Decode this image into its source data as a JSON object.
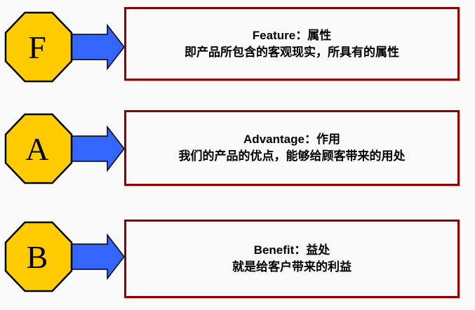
{
  "colors": {
    "background": "#FAFAFA",
    "octagon_fill": "#FFCC00",
    "octagon_stroke": "#000000",
    "arrow_fill": "#3366FF",
    "arrow_stroke": "#000000",
    "box_border": "#8B0000",
    "text": "#000000"
  },
  "rows": [
    {
      "letter": "F",
      "title": "Feature：属性",
      "description": "即产品所包含的客观现实，所具有的属性"
    },
    {
      "letter": "A",
      "title": "Advantage：作用",
      "description": "我们的产品的优点，能够给顾客带来的用处"
    },
    {
      "letter": "B",
      "title": "Benefit：益处",
      "description": "就是给客户带来的利益"
    }
  ]
}
